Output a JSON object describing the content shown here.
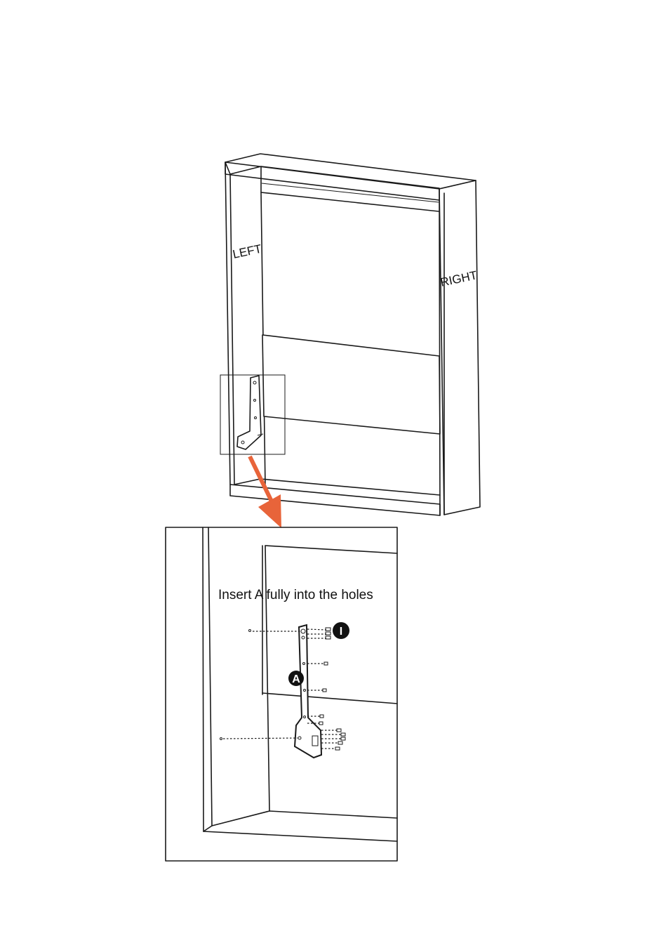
{
  "labels": {
    "left_panel": "LEFT",
    "right_panel": "RIGHT",
    "instruction": "Insert A fully into the holes",
    "part_a": "A",
    "part_i": "I"
  },
  "colors": {
    "line": "#1a1a1a",
    "arrow": "#e8643a",
    "badge": "#111111",
    "background": "#ffffff"
  },
  "icons": {
    "arrow": "arrow-down-left-icon",
    "bracket": "l-bracket-icon",
    "screw": "screw-icon"
  }
}
